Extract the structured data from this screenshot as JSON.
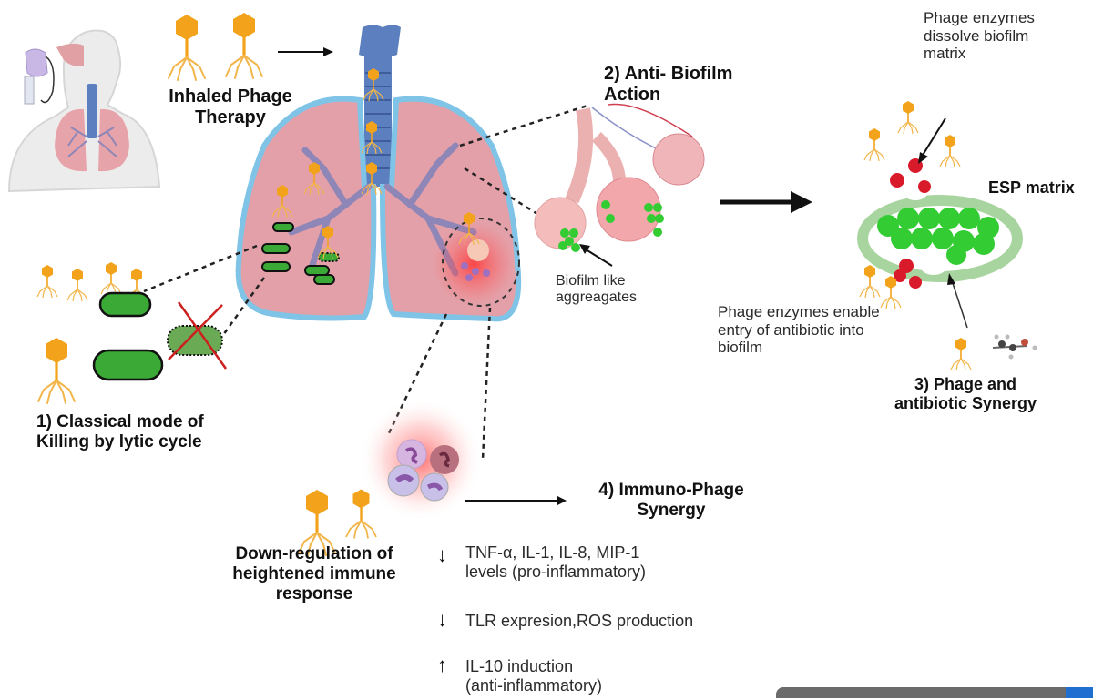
{
  "title": "Inhaled phage therapy mechanisms in the lung",
  "labels": {
    "inhaled_therapy": "Inhaled Phage\nTherapy",
    "anti_biofilm": "2) Anti- Biofilm\nAction",
    "biofilm_aggregates": "Biofilm like\naggreagates",
    "enzymes_dissolve": "Phage enzymes\ndissolve biofilm\nmatrix",
    "esp_matrix": "ESP matrix",
    "enzymes_enable": "Phage enzymes enable\nentry of antibiotic into\nbiofilm",
    "synergy_antibiotic": "3) Phage and\nantibiotic Synergy",
    "classical_killing": "1) Classical mode of\nKilling by lytic cycle",
    "down_regulation": "Down-regulation of\nheightened immune\nresponse",
    "immuno_phage": "4) Immuno-Phage\nSynergy"
  },
  "immune_effects": [
    {
      "direction": "down",
      "arrow": "↓",
      "text": "TNF-α, IL-1, IL-8, MIP-1\nlevels (pro-inflammatory)"
    },
    {
      "direction": "down",
      "arrow": "↓",
      "text": "TLR expresion,ROS production"
    },
    {
      "direction": "up",
      "arrow": "↑",
      "text": "IL-10 induction\n(anti-inflammatory)"
    }
  ],
  "colors": {
    "phage": "#f2a31b",
    "bacteria": "#3aa935",
    "biofilm_green": "#33cc33",
    "matrix_ring": "#a8d4a0",
    "lung_fill": "#e4a0a8",
    "lung_outline": "#7fc4e6",
    "trachea": "#5b7fbf",
    "bronchi": "#8f86b8",
    "red_enzyme": "#d91a2a",
    "inflammation": "#ff5a5a",
    "bottom_bar": "#6b6b6b",
    "bottom_accent": "#1f6fd1"
  }
}
